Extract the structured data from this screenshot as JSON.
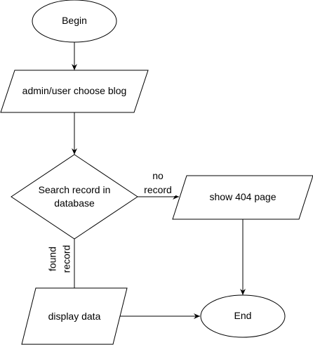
{
  "diagram": {
    "nodes": {
      "begin": {
        "label": "Begin",
        "shape": "ellipse"
      },
      "choose": {
        "label": "admin/user choose blog",
        "shape": "parallelogram"
      },
      "search": {
        "label_line1": "Search record in",
        "label_line2": "database",
        "shape": "diamond"
      },
      "show404": {
        "label": "show 404 page",
        "shape": "parallelogram"
      },
      "display": {
        "label": "display data",
        "shape": "parallelogram"
      },
      "end": {
        "label": "End",
        "shape": "ellipse"
      }
    },
    "edges": {
      "no_record": {
        "line1": "no",
        "line2": "record"
      },
      "found_record": {
        "line1": "found",
        "line2": "record"
      }
    },
    "colors": {
      "stroke": "#000000",
      "fill": "#ffffff",
      "text": "#000000"
    }
  }
}
